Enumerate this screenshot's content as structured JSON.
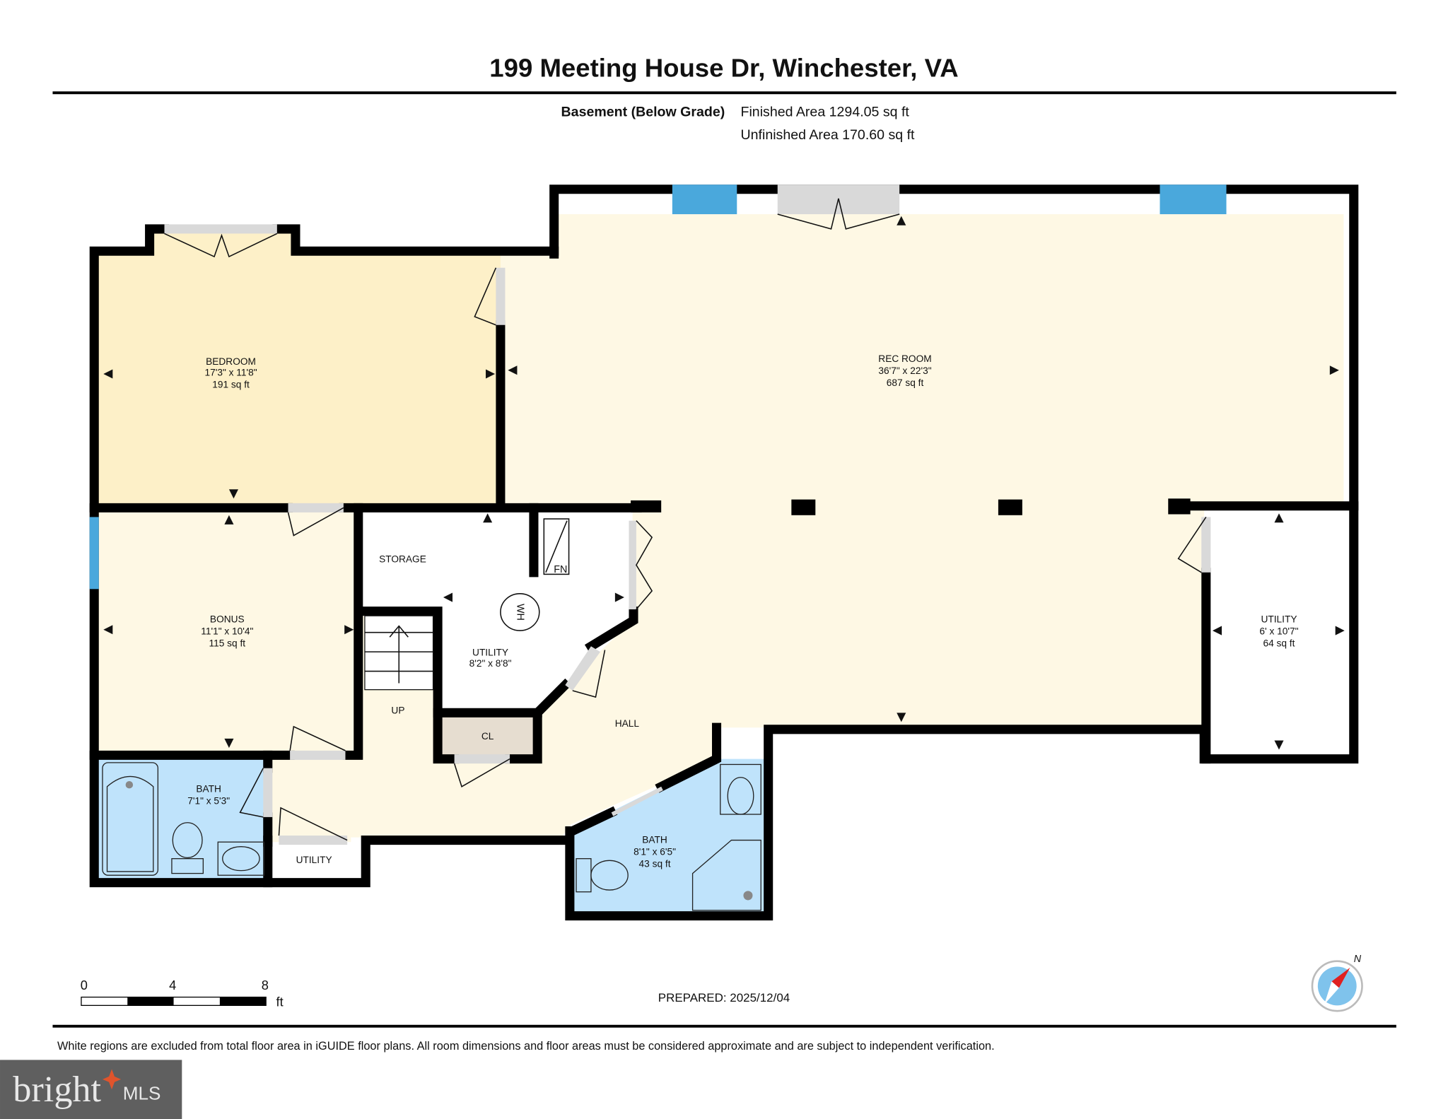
{
  "header": {
    "title": "199 Meeting House Dr, Winchester, VA",
    "level": "Basement (Below Grade)",
    "finished_area": "Finished Area 1294.05 sq ft",
    "unfinished_area": "Unfinished Area 170.60 sq ft"
  },
  "rooms": {
    "bedroom": {
      "name": "BEDROOM",
      "dims": "17'3\" x 11'8\"",
      "area": "191 sq ft"
    },
    "rec_room": {
      "name": "REC ROOM",
      "dims": "36'7\" x 22'3\"",
      "area": "687 sq ft"
    },
    "bonus": {
      "name": "BONUS",
      "dims": "11'1\" x 10'4\"",
      "area": "115 sq ft"
    },
    "utility_center": {
      "name": "UTILITY",
      "dims": "8'2\" x 8'8\""
    },
    "utility_right": {
      "name": "UTILITY",
      "dims": "6' x 10'7\"",
      "area": "64 sq ft"
    },
    "bath_left": {
      "name": "BATH",
      "dims": "7'1\" x 5'3\""
    },
    "bath_right": {
      "name": "BATH",
      "dims": "8'1\" x 6'5\"",
      "area": "43 sq ft"
    },
    "utility_small": {
      "name": "UTILITY"
    },
    "storage": {
      "name": "STORAGE"
    },
    "hall": {
      "name": "HALL"
    },
    "closet": {
      "name": "CL"
    },
    "stairs": {
      "name": "UP"
    },
    "furnace": {
      "name": "FN"
    },
    "water_heater": {
      "name": "WH"
    }
  },
  "scale_bar": {
    "labels": [
      "0",
      "4",
      "8"
    ],
    "unit": "ft"
  },
  "prepared": "PREPARED: 2025/12/04",
  "compass": {
    "label": "N"
  },
  "disclaimer": "White regions are excluded from total floor area in iGUIDE floor plans. All room dimensions and floor areas must be considered approximate and are subject to independent verification.",
  "logo": {
    "text": "bright MLS"
  },
  "colors": {
    "bedroom": "#fdf0c8",
    "living": "#fef8e4",
    "bath": "#bfe3fb",
    "closet": "#e6ddd0",
    "window": "#4aa8dc",
    "logo_bg": "#5f5f5f",
    "logo_accent": "#e0542c"
  }
}
